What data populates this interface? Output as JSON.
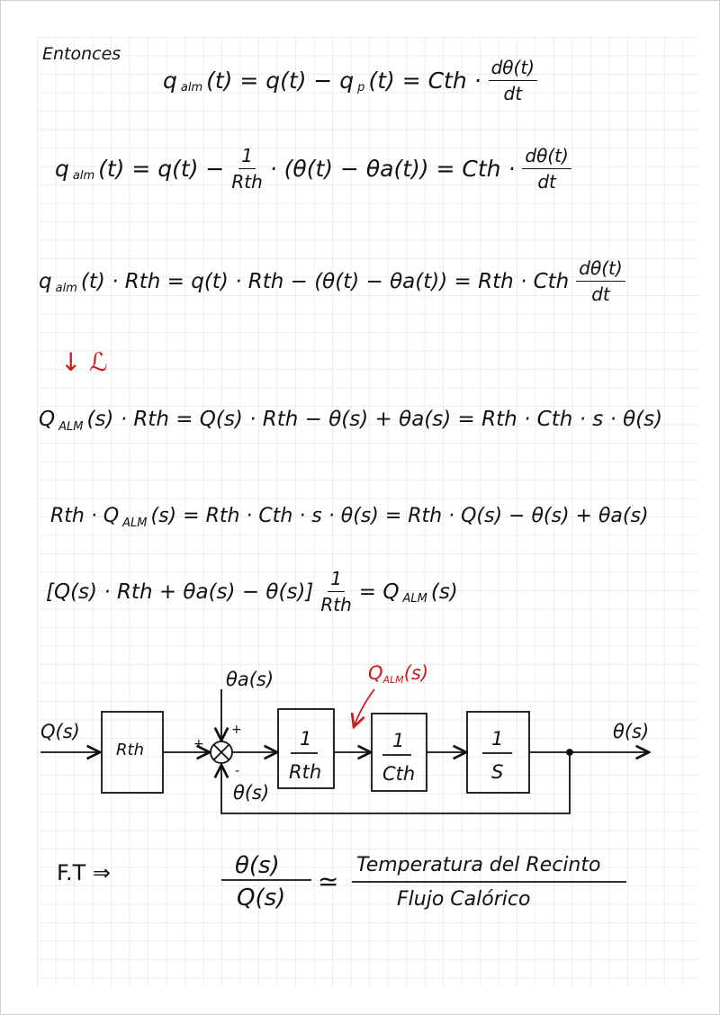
{
  "intro": "Entonces",
  "eq1": {
    "lhs": "q",
    "lhs_sub": "alm",
    "lhs_arg": "(t) = q(t) − q",
    "p_sub": "p",
    "mid": "(t) = Cth ·",
    "frac_num": "dθ(t)",
    "frac_den": "dt"
  },
  "eq2": {
    "lhs": "q",
    "lhs_sub": "alm",
    "a": "(t) = q(t) −",
    "frac1_num": "1",
    "frac1_den": "Rth",
    "b": "· (θ(t) − θa(t)) = Cth ·",
    "frac2_num": "dθ(t)",
    "frac2_den": "dt"
  },
  "eq3": {
    "lhs": "q",
    "lhs_sub": "alm",
    "a": "(t) · Rth = q(t) · Rth − (θ(t) − θa(t)) = Rth · Cth",
    "frac_num": "dθ(t)",
    "frac_den": "dt"
  },
  "laplace": "↓ ℒ",
  "eq4": {
    "q": "Q",
    "sub": "ALM",
    "a": "(s) · Rth = Q(s) · Rth − θ(s) + θa(s) = Rth · Cth · s · θ(s)"
  },
  "eq5": {
    "a": "Rth · Q",
    "sub": "ALM",
    "b": "(s) = Rth · Cth · s · θ(s) = Rth · Q(s) − θ(s) + θa(s)"
  },
  "eq6": {
    "a": "[Q(s) · Rth + θa(s) − θ(s)]",
    "frac_num": "1",
    "frac_den": "Rth",
    "b": "= Q",
    "sub": "ALM",
    "c": "(s)"
  },
  "diagram": {
    "input": "Q(s)",
    "block1": "Rth",
    "disturbance": "θa(s)",
    "plus_top": "+",
    "plus_left": "+",
    "minus": "-",
    "feedback_label": "θ(s)",
    "block2_num": "1",
    "block2_den": "Rth",
    "block3_num": "1",
    "block3_den": "Cth",
    "block4_num": "1",
    "block4_den": "S",
    "output": "θ(s)",
    "annotation": "Q",
    "annotation_sub": "ALM",
    "annotation_arg": "(s)",
    "annotation_color": "#d01818"
  },
  "ft": {
    "label": "F.T ⇒",
    "num": "θ(s)",
    "den": "Q(s)",
    "approx": "≃",
    "text_num": "Temperatura del Recinto",
    "text_den": "Flujo Calórico"
  }
}
